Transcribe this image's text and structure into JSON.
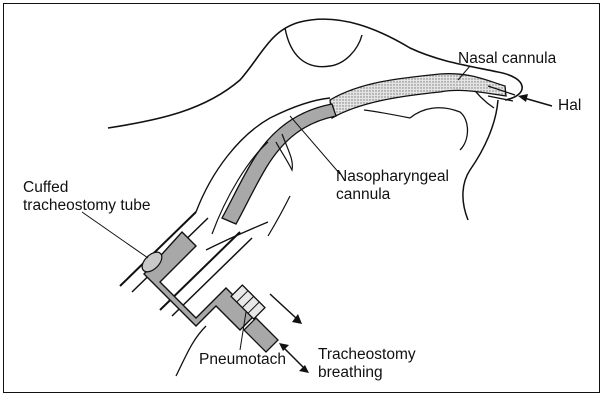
{
  "labels": {
    "nasal_cannula": "Nasal cannula",
    "hal": "Hal",
    "nasopharyngeal_line1": "Nasopharyngeal",
    "nasopharyngeal_line2": "cannula",
    "cuffed_line1": "Cuffed",
    "cuffed_line2": "tracheostomy tube",
    "pneumotach": "Pneumotach",
    "tracheostomy_line1": "Tracheostomy",
    "tracheostomy_line2": "breathing"
  },
  "colors": {
    "ink": "#111111",
    "fill_gray": "#a8a8a8",
    "stipple": "#cfcfcf"
  },
  "icons": {
    "flow_arrow": "arrow",
    "bidirectional_arrow": "double-arrow"
  }
}
